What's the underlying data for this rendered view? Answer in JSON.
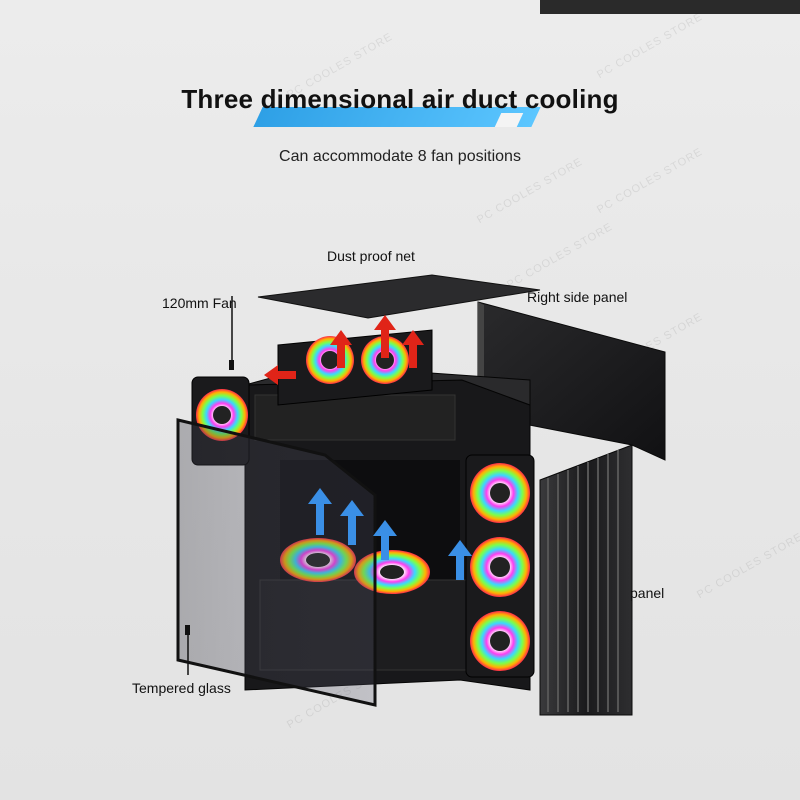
{
  "header": {
    "title": "Three dimensional air duct cooling",
    "subtitle": "Can accommodate 8 fan positions"
  },
  "labels": {
    "dust_proof_net": "Dust proof net",
    "fan_120mm": "120mm Fan",
    "right_side_panel": "Right side panel",
    "panel": "panel",
    "tempered_glass": "Tempered glass"
  },
  "watermark": "PC COOLES STORE",
  "colors": {
    "accent_bar": "#2ea0e6",
    "arrow_hot": "#e02418",
    "arrow_cool": "#3a8fe6",
    "case_body": "#1c1c1e"
  }
}
